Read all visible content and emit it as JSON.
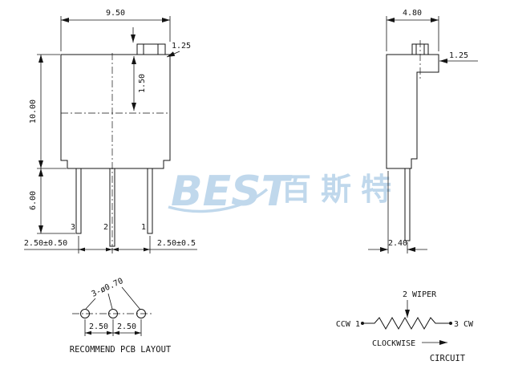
{
  "watermark": {
    "brand": "BEST",
    "cjk": "百斯特"
  },
  "front_view": {
    "dim_body_width": "9.50",
    "dim_screw_height": "1.25",
    "dim_slot_depth": "1.50",
    "dim_body_height": "10.00",
    "dim_pin_length": "6.00",
    "pin_label_3": "3",
    "pin_label_2": "2",
    "pin_label_1": "1",
    "dim_pin_pitch_left": "2.50±0.50",
    "dim_pin_pitch_right": "2.50±0.5"
  },
  "side_view": {
    "dim_body_width": "4.80",
    "dim_screw_offset": "1.25",
    "dim_pin_offset": "2.40"
  },
  "pcb_layout": {
    "hole_callout": "3-ø0.70",
    "dim_pitch_1": "2.50",
    "dim_pitch_2": "2.50",
    "title": "RECOMMEND PCB LAYOUT"
  },
  "circuit": {
    "wiper_label": "2 WIPER",
    "ccw_label": "CCW 1",
    "cw_label": "3 CW",
    "rotation_label": "CLOCKWISE",
    "title": "CIRCUIT"
  }
}
